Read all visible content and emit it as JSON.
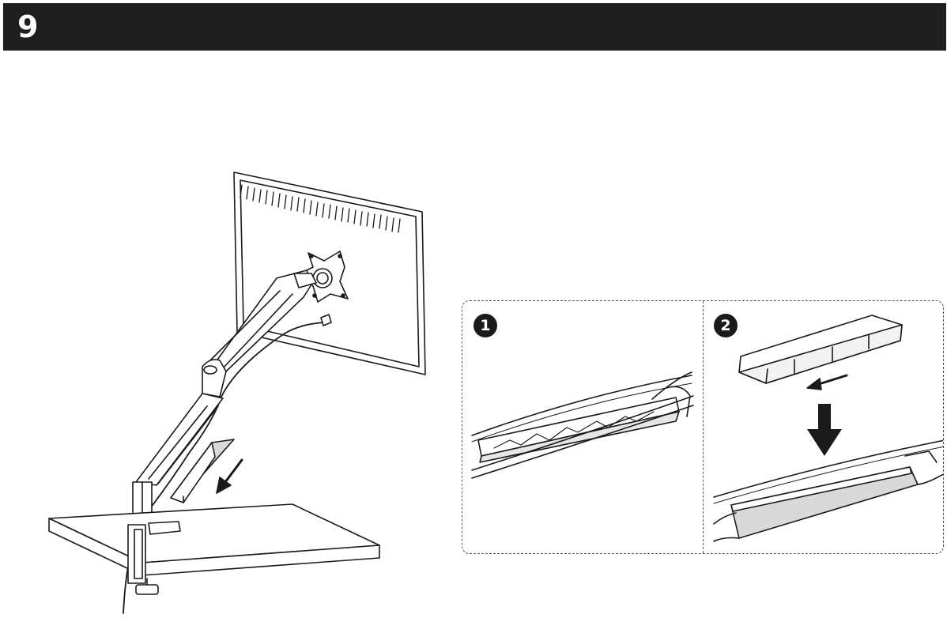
{
  "step": {
    "number": "9"
  },
  "detail": {
    "steps": [
      {
        "label": "1",
        "icon": "cover-removed-channel-illustration"
      },
      {
        "label": "2",
        "icon": "cover-slide-and-snap-illustration"
      }
    ]
  },
  "colors": {
    "header_bg": "#1e1e1e",
    "header_text": "#ffffff",
    "line": "#1a1a1a",
    "cover_fill": "#d9d9d9"
  }
}
